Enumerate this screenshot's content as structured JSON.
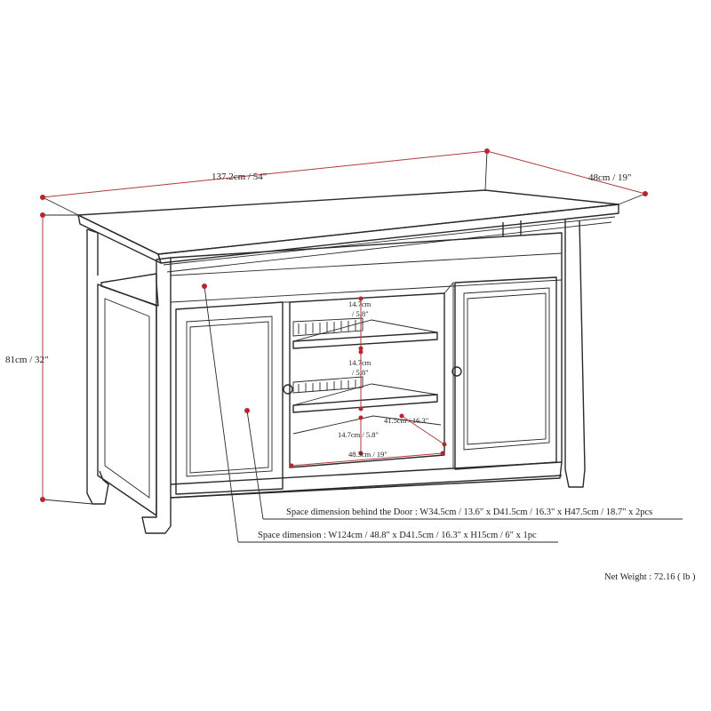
{
  "dimensions": {
    "width": "137.2cm / 54\"",
    "depth": "48cm / 19\"",
    "height": "81cm / 32\""
  },
  "inner": {
    "upper_shelf_height_top": "14.7cm",
    "upper_shelf_height_bottom": "/ 5.8\"",
    "middle_shelf_height_top": "14.7cm",
    "middle_shelf_height_bottom": "/ 5.8\"",
    "shelf_depth": "41.5cm / 16.3\"",
    "bottom_opening_height": "14.7cm / 5.8\"",
    "opening_width": "48.3cm / 19\""
  },
  "callouts": {
    "behind_door": "Space dimension behind the Door  : W34.5cm / 13.6\" x D41.5cm / 16.3\" x H47.5cm / 18.7\" x 2pcs",
    "main_space": "Space dimension : W124cm / 48.8\" x D41.5cm / 16.3\" x H15cm / 6\" x 1pc"
  },
  "net_weight": "Net Weight : 72.16 ( lb )",
  "colors": {
    "dimension_line": "#b23a3a",
    "dimension_dot": "#b8262b",
    "ink": "#2a2a2a"
  }
}
